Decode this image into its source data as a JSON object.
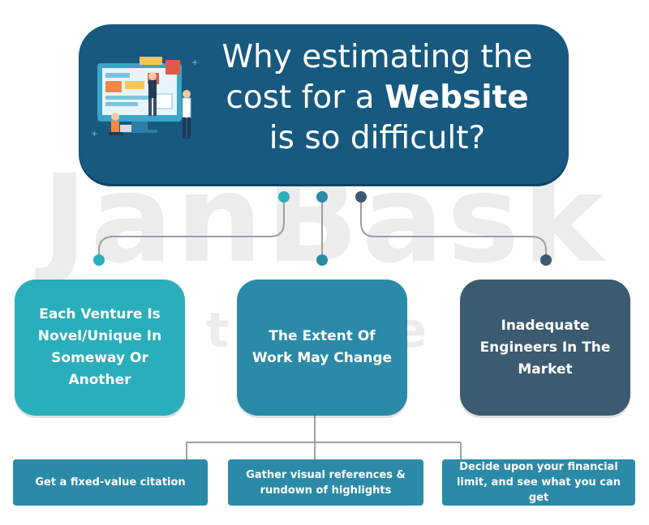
{
  "watermark": {
    "word": "JanBask",
    "sub": "tane"
  },
  "title": {
    "line1": "Why estimating the",
    "line2_prefix": "cost for a ",
    "line2_bold": "Website",
    "line3": "is so difficult?"
  },
  "cards": [
    {
      "label": "Each Venture Is\nNovel/Unique In\nSomeway Or\nAnother"
    },
    {
      "label": "The Extent Of\nWork May Change"
    },
    {
      "label": "Inadequate\nEngineers In The\nMarket"
    }
  ],
  "subitems": [
    {
      "label": "Get a fixed-value citation"
    },
    {
      "label": "Gather visual references &\nrundown of highlights"
    },
    {
      "label": "Decide upon your financial\nlimit, and see what you can get"
    }
  ],
  "colors": {
    "title_bg": "#17597f",
    "card1": "#2aaebb",
    "card2": "#2a8aa8",
    "card3": "#3b5b70",
    "sub": "#2a8aa8",
    "connector": "#9aa0a6"
  }
}
